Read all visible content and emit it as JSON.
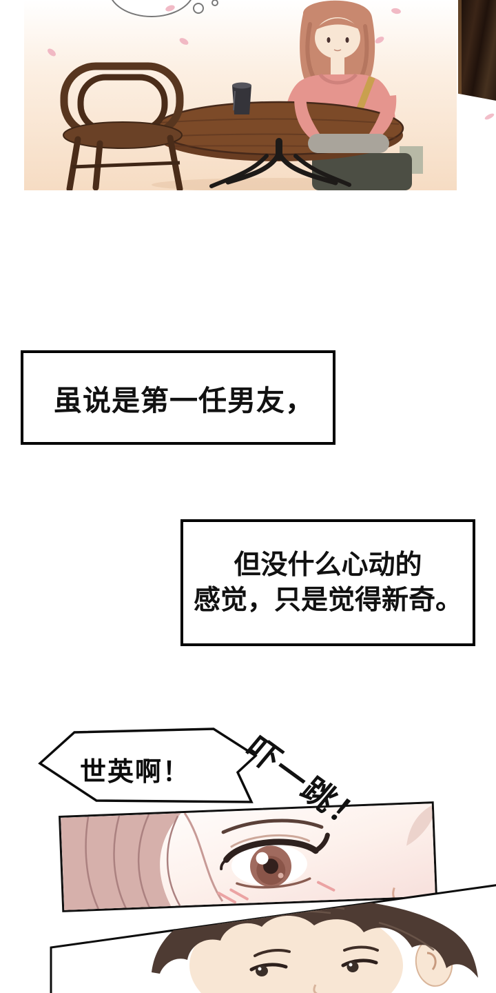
{
  "narration": {
    "box1_text": "虽说是第一任男友，",
    "box2_line1": "但没什么心动的",
    "box2_line2": "感觉，只是觉得新奇。"
  },
  "speech": {
    "bubble1_text": "世英啊！"
  },
  "sfx": {
    "startle_text": "吓一跳！"
  },
  "colors": {
    "hoodie_pink": "#e5958e",
    "hair_auburn": "#c8886f",
    "skin": "#f8e6d4",
    "table_wood": "#7c4a28",
    "table_edge": "#693d22",
    "chair_wood": "#58361f",
    "sleeve_gray": "#a9a49b",
    "pants_dark": "#4c4e44",
    "strap_mustard": "#c9a04e",
    "petal_pink": "#f0b3c0",
    "iris_brown": "#a06a5e",
    "closeup_hair": "#d6b0ab",
    "man_hair": "#4e3b33",
    "door_dark": "#2a1810"
  }
}
